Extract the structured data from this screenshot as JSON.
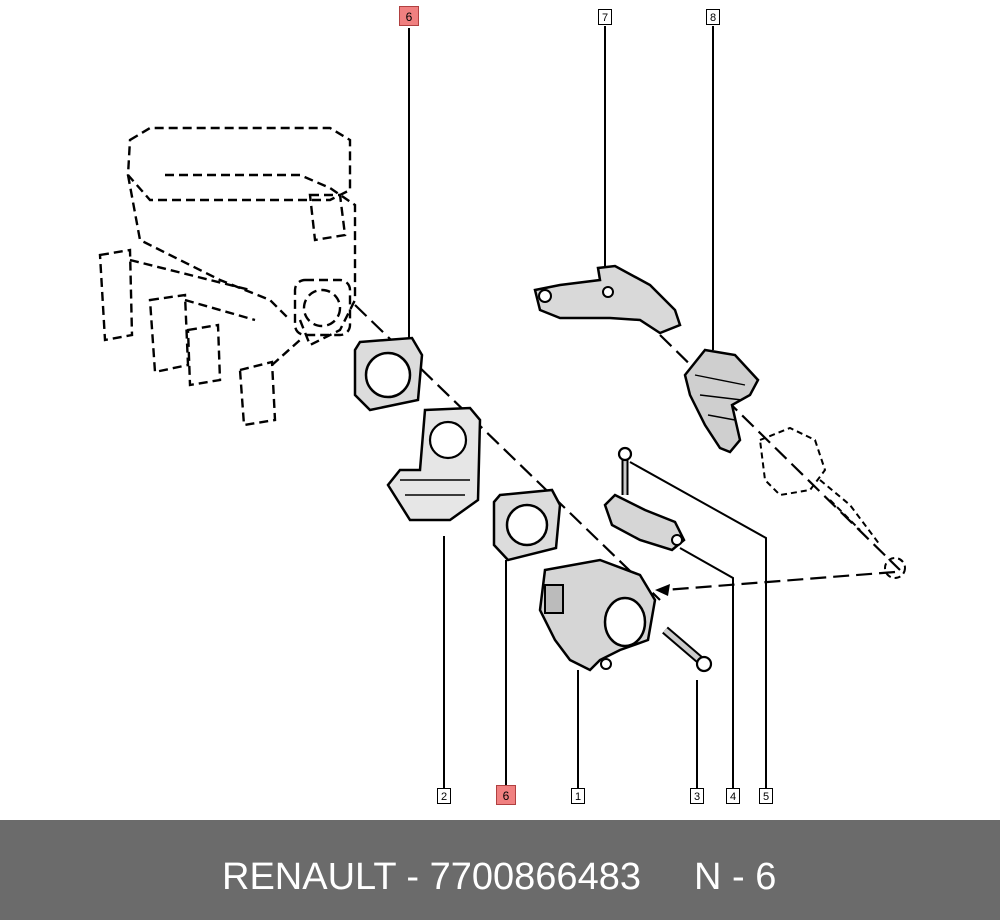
{
  "diagram": {
    "callouts": [
      {
        "label": "6",
        "highlight": true
      },
      {
        "label": "7",
        "highlight": false
      },
      {
        "label": "8",
        "highlight": false
      },
      {
        "label": "2",
        "highlight": false
      },
      {
        "label": "6",
        "highlight": true
      },
      {
        "label": "1",
        "highlight": false
      },
      {
        "label": "3",
        "highlight": false
      },
      {
        "label": "4",
        "highlight": false
      },
      {
        "label": "5",
        "highlight": false
      }
    ],
    "highlight_color": "#f08080"
  },
  "footer": {
    "brand_part": "RENAULT - 7700866483",
    "section_code": "N - 6",
    "background": "#6b6b6b"
  }
}
